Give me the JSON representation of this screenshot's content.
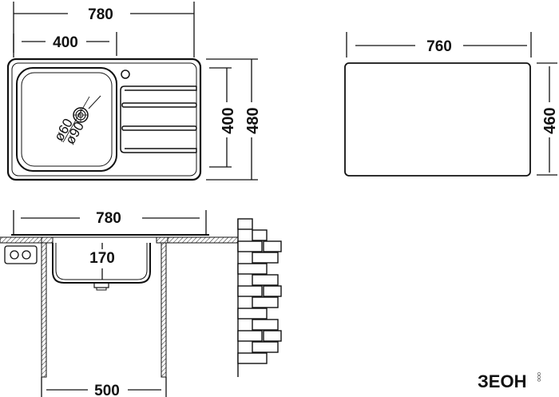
{
  "top_view": {
    "overall_width": "780",
    "bowl_width": "400",
    "bowl_height": "400",
    "overall_depth": "480",
    "drain_inner": "ø60",
    "drain_outer": "ø90"
  },
  "cutout_view": {
    "width": "760",
    "depth": "460"
  },
  "side_view": {
    "overall_width": "780",
    "bowl_depth": "170",
    "cabinet_width": "500"
  },
  "brand": {
    "logo": "ЗЕОН",
    "sub": "ООО"
  }
}
